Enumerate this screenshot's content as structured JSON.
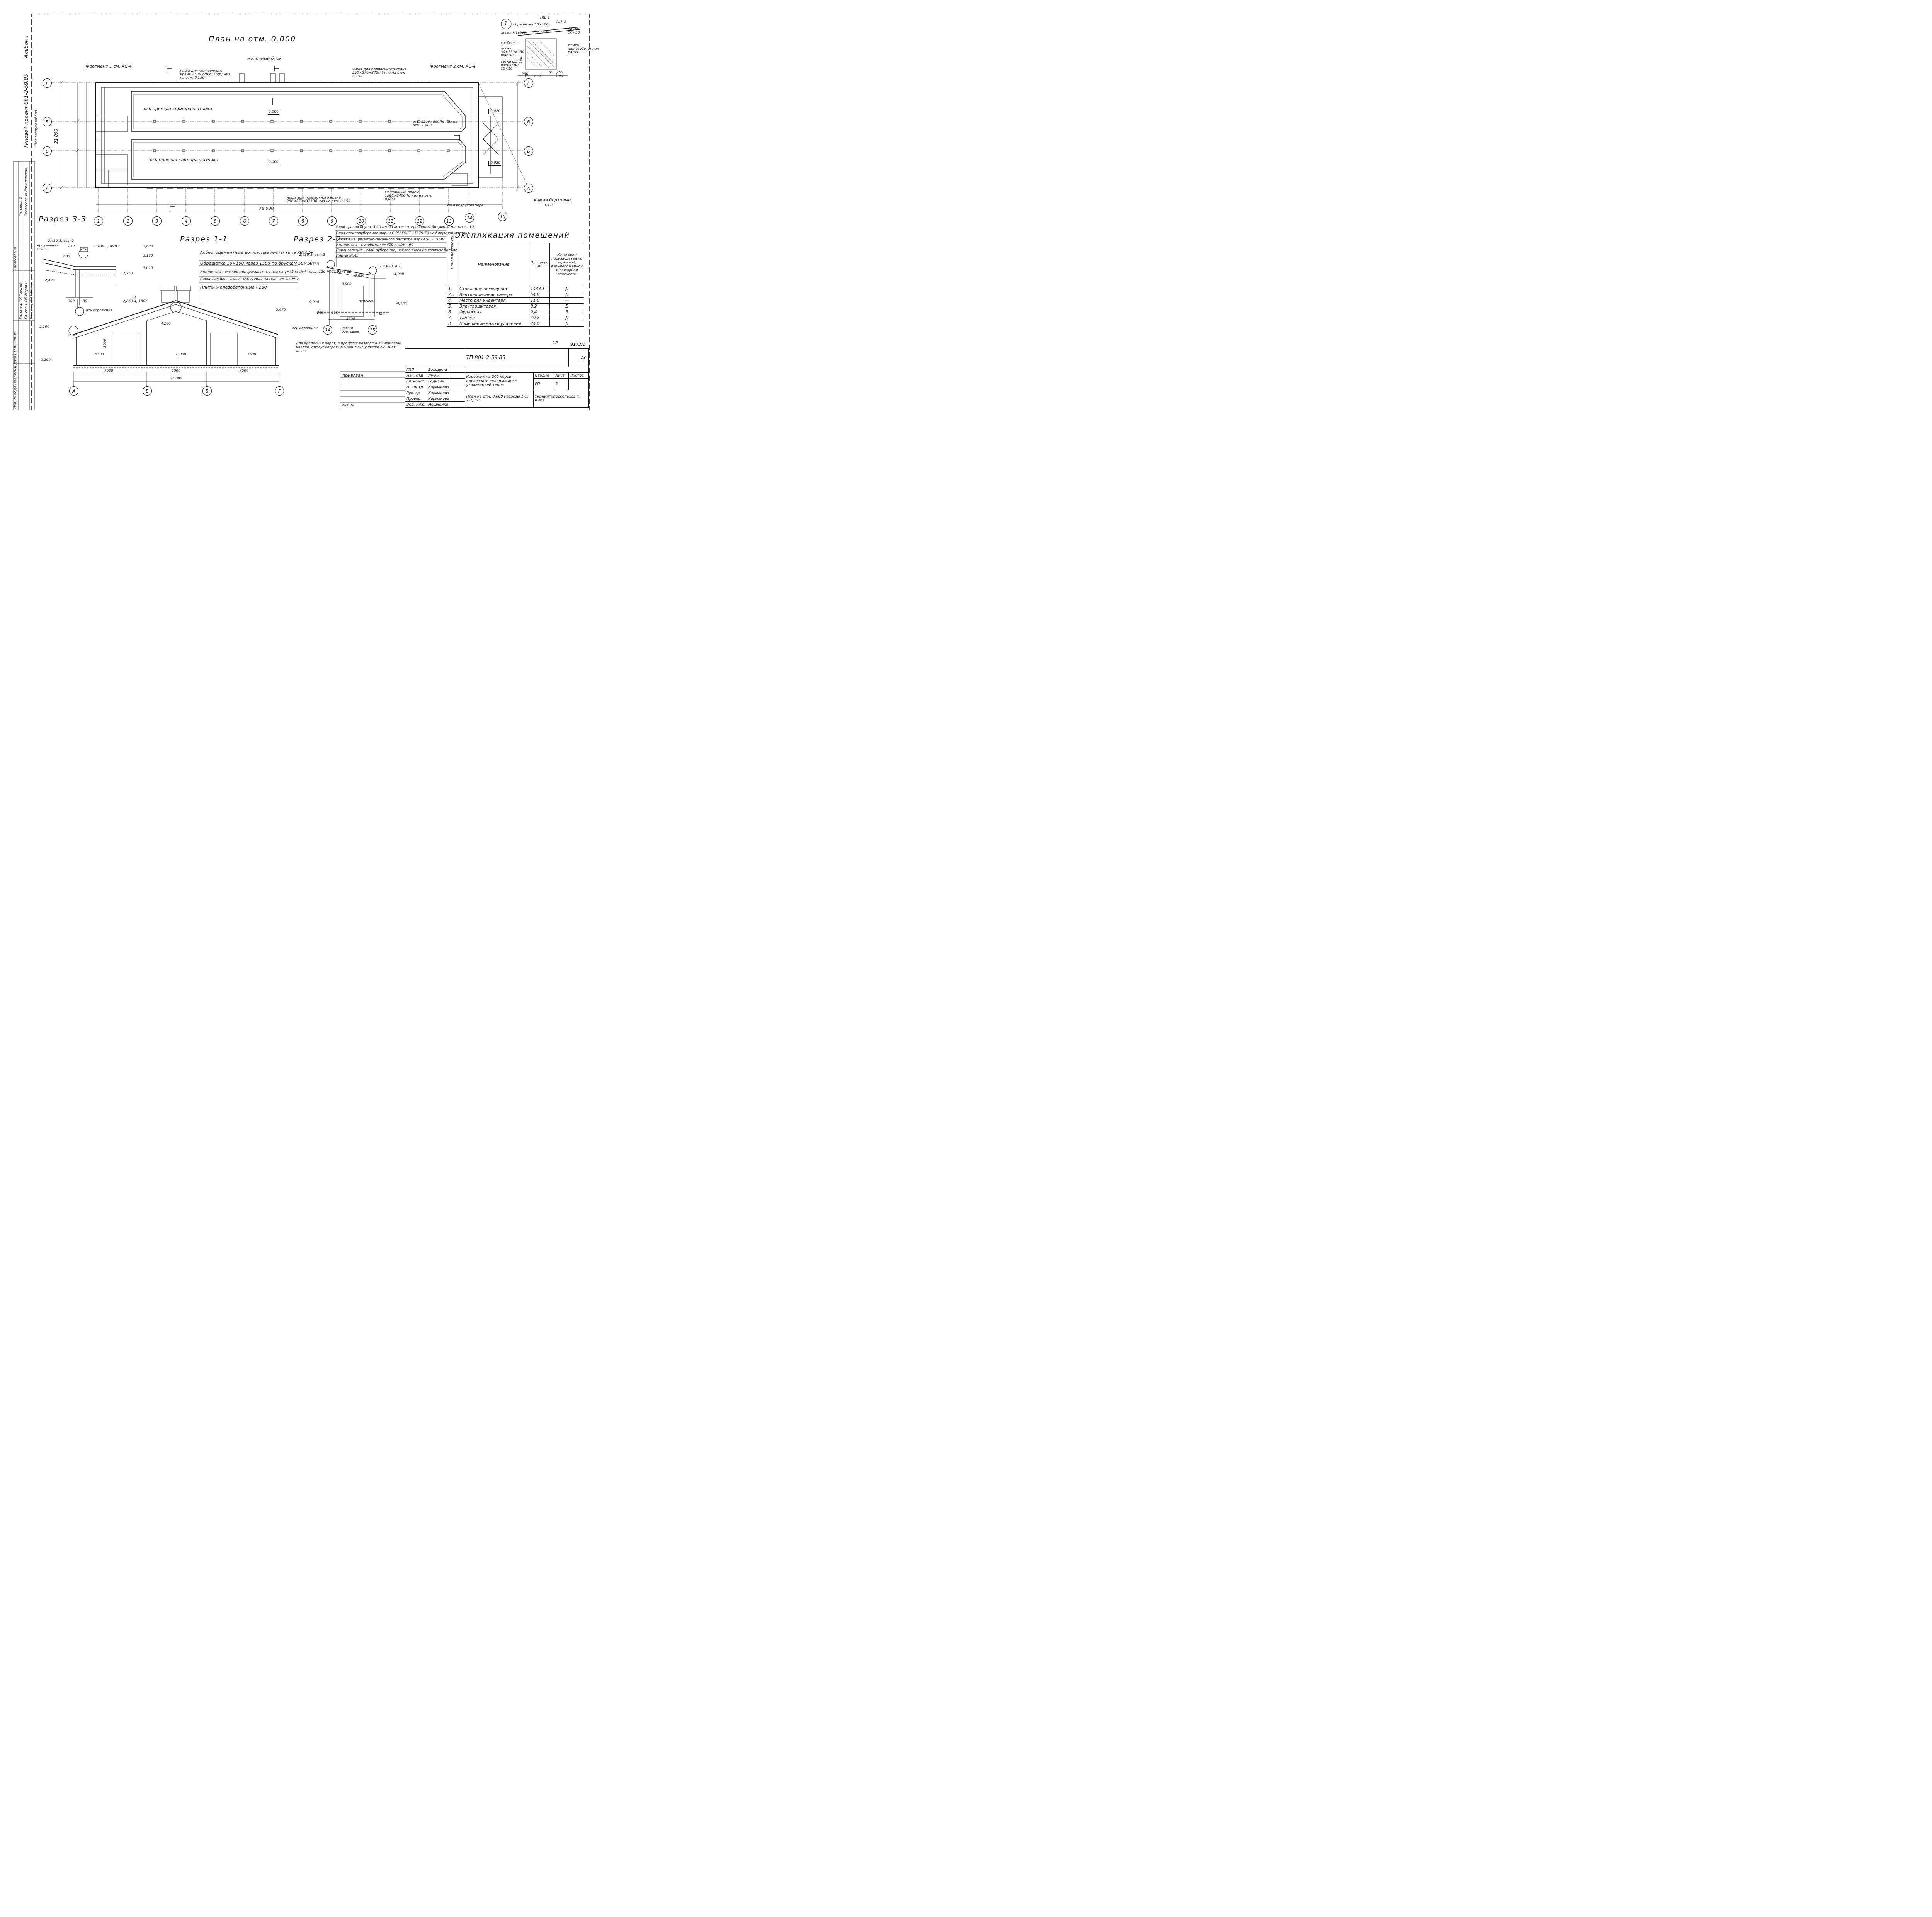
{
  "album": "Альбом I",
  "project_side": "Типовой проект 801-2-59.85",
  "titles": {
    "plan": "План на отм. 0.000",
    "section_11": "Разрез 1-1",
    "section_22": "Разрез 2-2",
    "section_33": "Разрез 3-3",
    "explication": "Экспликация помещений"
  },
  "axes_horizontal": [
    "1",
    "2",
    "3",
    "4",
    "5",
    "6",
    "7",
    "8",
    "9",
    "10",
    "11",
    "12",
    "13",
    "14",
    "15"
  ],
  "axes_vertical": [
    "Г",
    "В",
    "Б",
    "А"
  ],
  "plan_labels": {
    "fragment1": "Фрагмент 1 см. АС-4",
    "fragment2": "Фрагмент 2 см. АС-4",
    "milk_block": "молочный блок",
    "niche_top_left": "ниша для поливочного крана 250×270×375(h) низ на отм. 0,150",
    "niche_top_right": "ниша для поливочного крана 250×270×375(h) низ на отм. 0,150",
    "niche_bottom": "ниша для поливочного крана 250×270×375(h) низ на отм. 0,150",
    "feeder_axis": "ось проезда кормораздатчика",
    "air_intake": "Узел воздухозабора",
    "air_intake2": "Узел воздухозабора",
    "opening": "отв. 1200×800(h) низ на отм. 1,900",
    "mount_opening": "монтажный проем 1500×2400(h) низ на отм. 0,000",
    "curb_stones": "камни бортовые",
    "curb_code": "П1-1",
    "total": "78 000",
    "dim_21000": "21 000",
    "elev_0": "0,000",
    "elev_neg": "-0,020"
  },
  "node1": {
    "num": "1",
    "labels": [
      "обрешетка 50×100",
      "доска 80×100",
      "гребенка",
      "доска 30×150×150 шаг 500",
      "сетка ф3 с ячейками 10×10",
      "брусок 50×50",
      "плита железобетонная балка",
      "i=1:4",
      "НШ 1"
    ],
    "dims": [
      "290",
      "210",
      "50",
      "250",
      "300",
      "160"
    ]
  },
  "roof_layers": [
    "Слой гравия крупн. 5-10 мм на антисептированной битумной мастике - 10",
    "Слоя стеклорубероида марки С-РМ ГОСТ 15879-70 на битумной мастике",
    "Стяжка из цементно-песчаного раствора марки 50 - 15 мм",
    "Утеплитель - пенобетон γ=400 кгс/м³ - 60",
    "Пароизоляция - слой рубероида, наклеенного на горячем битуме",
    "Плиты Ж.-б."
  ],
  "section11_layers": [
    "Асбестоцементные волнистые листы типа УВ-7,5к",
    "Обрешетка 50×100 через 1550 по брускам 50×50",
    "Утеплитель - мягкие минераловатные плиты γ=75 кгс/м³ толщ. 120 ГОСТ 9573-82",
    "Пароизоляция - 1 слой рубероида на горячем битуме",
    "Плиты железобетонные - 250"
  ],
  "section11": {
    "elevs": [
      "3,100",
      "-0,200",
      "0,000",
      "4,280",
      "5,475"
    ],
    "dims": [
      "7500",
      "6000",
      "7500",
      "21 000",
      "5500",
      "5500",
      "3000"
    ],
    "series": "2,860-4; 180У",
    "num30": "30",
    "note": "Для крепления ворот, в процессе возведения кирпичной кладки, предусмотреть монолитные участки см. лист АС-13.",
    "axis_label": "ось коровника"
  },
  "section33": {
    "labels": [
      "кровельная сталь",
      "2.430-3, вып.2",
      "2.430-3, вып.2"
    ],
    "elevs": [
      "3,600",
      "3,170",
      "3,010",
      "2,760",
      "2,400"
    ],
    "dims": [
      "300",
      "80",
      "800",
      "250"
    ]
  },
  "section22": {
    "labels": [
      "2.430-3, вып.2",
      "2.430-3, в.2",
      "перемен.",
      "камни бортовые"
    ],
    "elevs": [
      "3,735",
      "3,820",
      "4,000",
      "3,000",
      "0,000",
      "-0,200"
    ],
    "dims": [
      "4500",
      "200",
      "310",
      "380"
    ]
  },
  "explication": {
    "headers": [
      "Номер по проекту",
      "Наименование",
      "Площадь, м²",
      "Категория производства по взрывной, взрывопожарной и пожарной опасности"
    ],
    "rows": [
      [
        "1.",
        "Стойловое помещение",
        "1433,1",
        "Д"
      ],
      [
        "2,3",
        "Вентиляционная камера",
        "54,8",
        "Д"
      ],
      [
        "4.",
        "Место для инвентаря",
        "11,0",
        "—"
      ],
      [
        "5.",
        "Электрощитовая",
        "8,2",
        "Д"
      ],
      [
        "6.",
        "Фуражная",
        "9,4",
        "В"
      ],
      [
        "7.",
        "Тамбур",
        "49,7",
        "Д"
      ],
      [
        "8.",
        "Помещение навозоудаления",
        "24,0",
        "Д"
      ]
    ]
  },
  "sheet_num": "12",
  "archive": "9172/1",
  "stamp": {
    "code": "ТП 801-2-59.85",
    "mark": "АС",
    "privyazan": "привязан:",
    "project_name": "Коровник на 200 коров привязного содержания с утилизацией тепла",
    "sheet_title": "План на отм. 0,000 Разрезы 1-1; 2-2; 3-3",
    "org": "Укрниигипросельхоз г. Киев",
    "stage_h": "Стадия",
    "list_h": "Лист",
    "lists_h": "Листов",
    "stage": "РП",
    "list": "3",
    "people": [
      [
        "ГИП",
        "Володина"
      ],
      [
        "Нач. отд",
        "Лучук"
      ],
      [
        "Гл. конст.",
        "Родигин"
      ],
      [
        "Н. контр.",
        "Кармакова"
      ],
      [
        "Рук. гр.",
        "Кармакова"
      ],
      [
        "Провер.",
        "Кармакова"
      ],
      [
        "Вед. инж.",
        "Мешченко"
      ]
    ],
    "inv": "Инв. №"
  },
  "left_stamp": {
    "agreed": "Согласовано",
    "rows": [
      "Гл. спец. ТХ  Гордый",
      "Гл. спец. ОВ  Мерцин",
      "Гл. спец. ВК  Шимко",
      "Гл. спец. Э",
      "Согласовано Данилевская"
    ],
    "inv": "Инв. № подл  Подпись и дата  Взам. инв. №"
  }
}
